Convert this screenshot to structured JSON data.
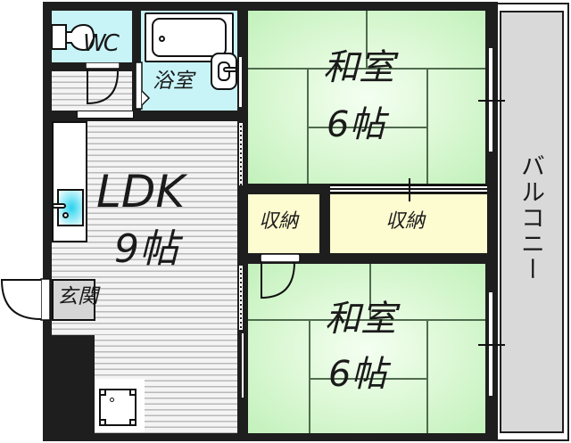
{
  "floor_plan": {
    "rooms": {
      "wc": {
        "label": "WC",
        "color": "#c8f4f8"
      },
      "bath": {
        "label": "浴室",
        "color": "#c8f4f8"
      },
      "ldk": {
        "label_line1": "LDK",
        "label_line2": "9帖",
        "floor": "flooring-stripes"
      },
      "washitsu_top": {
        "label_line1": "和室",
        "label_line2": "6帖",
        "color": "#c8f2c0"
      },
      "washitsu_bottom": {
        "label_line1": "和室",
        "label_line2": "6帖",
        "color": "#c8f2c0"
      },
      "storage_small": {
        "label": "収納",
        "color": "#fdfbd0"
      },
      "storage_large": {
        "label": "収納",
        "color": "#fdfbd0"
      },
      "entrance": {
        "label": "玄関",
        "color": "#d6d6d6"
      },
      "balcony": {
        "label": "バルコニー",
        "color": "#d9d9d9"
      }
    },
    "fixtures": {
      "toilet": "toilet-icon",
      "bathtub": "bathtub-icon",
      "washbasin": "washbasin-icon",
      "kitchen_sink": "kitchen-sink-icon",
      "washing_machine": "washing-machine-pan-icon"
    },
    "colors": {
      "wall": "#1e1e1e",
      "water_room": "#c8f4f8",
      "tatami": "#c8f2c0",
      "storage": "#fdfbd0",
      "balcony": "#d9d9d9",
      "sink_water": "#27d3ee"
    }
  }
}
